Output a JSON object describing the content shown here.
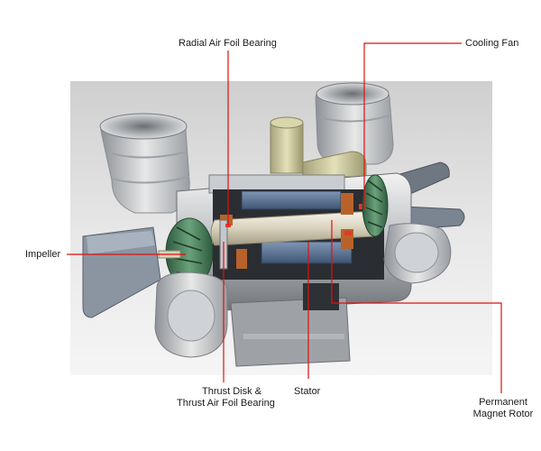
{
  "labels": {
    "radial_air_foil_bearing": "Radial Air Foil Bearing",
    "cooling_fan": "Cooling Fan",
    "impeller": "Impeller",
    "thrust_disk_line1": "Thrust Disk &",
    "thrust_disk_line2": "Thrust Air Foil Bearing",
    "stator": "Stator",
    "permanent_magnet_line1": "Permanent",
    "permanent_magnet_line2": "Magnet Rotor"
  },
  "colors": {
    "leader_line": "#e01010",
    "label_text": "#1a1a1a",
    "backdrop_top": "#d6d6d6",
    "backdrop_bottom": "#f4f4f4"
  }
}
